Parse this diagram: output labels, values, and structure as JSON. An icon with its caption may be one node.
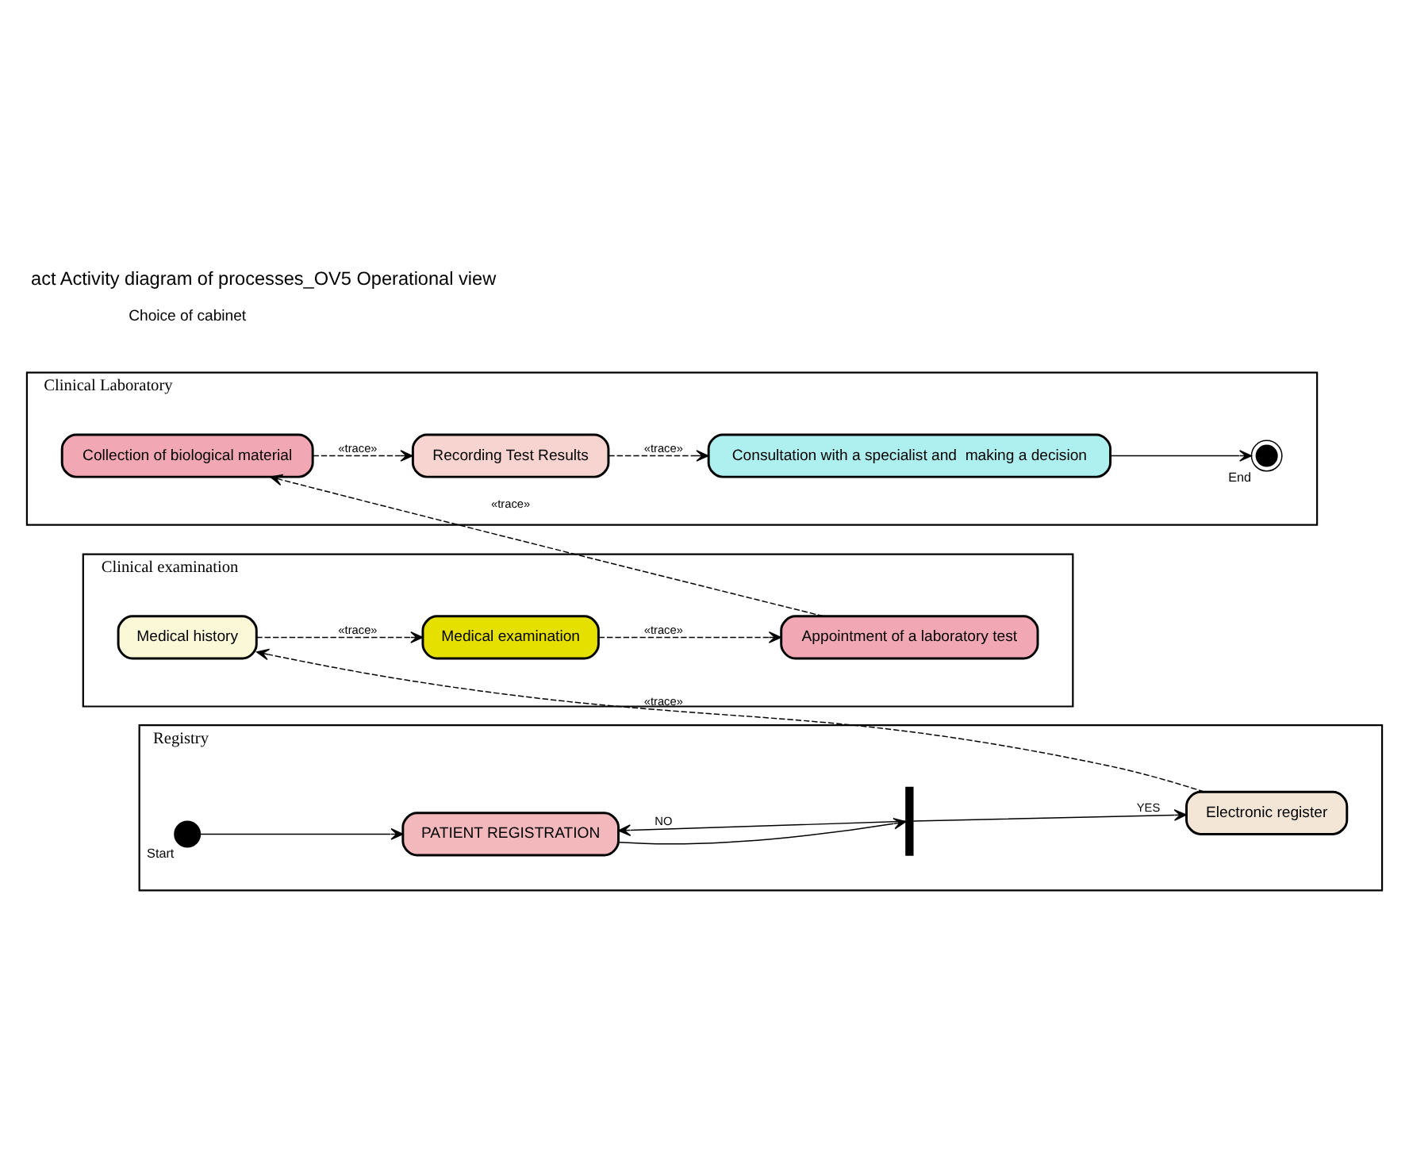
{
  "diagram": {
    "title": "act Activity diagram of processes_OV5 Operational view",
    "nodes": [
      {
        "text": [
          "Clinical Laboratory"
        ]
      },
      {
        "text": [
          "Collection of biological material"
        ],
        "in": 0
      },
      {
        "text": [
          "Recording Test Results"
        ],
        "in": 0
      },
      {
        "text": [
          "Consultation with a specialist and  making a decision"
        ],
        "in": 0
      },
      {
        "text": [],
        "shape": "circle",
        "beside": [
          "End"
        ],
        "in": 0
      },
      {
        "text": [
          "Clinical examination"
        ]
      },
      {
        "text": [
          "Medical history"
        ],
        "in": 5
      },
      {
        "text": [
          "Medical examination"
        ],
        "in": 5
      },
      {
        "text": [
          "Appointment of a laboratory test"
        ],
        "in": 5
      },
      {
        "text": [
          "Registry"
        ]
      },
      {
        "text": [],
        "shape": "circle",
        "beside": [
          "Start"
        ],
        "in": 9
      },
      {
        "text": [
          "PATIENT REGISTRATION"
        ],
        "in": 9
      },
      {
        "text": [],
        "shape": "bar",
        "in": 9
      },
      {
        "text": [
          "Electronic register"
        ],
        "in": 9
      }
    ],
    "edges": [
      {
        "from": 10,
        "to": 11,
        "arrow": "to"
      },
      {
        "from": 11,
        "to": 12,
        "arrow": "to"
      },
      {
        "from": 12,
        "to": 13,
        "arrow": "to",
        "label": "YES"
      },
      {
        "from": 12,
        "to": 11,
        "arrow": "to",
        "label": "NO"
      },
      {
        "from": 13,
        "to": 6,
        "arrow": "to",
        "style": "dashed",
        "label": "«trace»"
      },
      {
        "from": 6,
        "to": 7,
        "arrow": "to",
        "style": "dashed",
        "label": "«trace»"
      },
      {
        "from": 7,
        "to": 8,
        "arrow": "to",
        "style": "dashed",
        "label": "«trace»"
      },
      {
        "from": 8,
        "to": 1,
        "arrow": "to",
        "style": "dashed",
        "label": "«trace»"
      },
      {
        "from": 1,
        "to": 2,
        "arrow": "to",
        "style": "dashed",
        "label": "«trace»"
      },
      {
        "from": 2,
        "to": 3,
        "arrow": "to",
        "style": "dashed",
        "label": "«trace»"
      },
      {
        "from": 3,
        "to": 4,
        "arrow": "to"
      }
    ],
    "labels": [
      "Choice of cabinet"
    ]
  }
}
